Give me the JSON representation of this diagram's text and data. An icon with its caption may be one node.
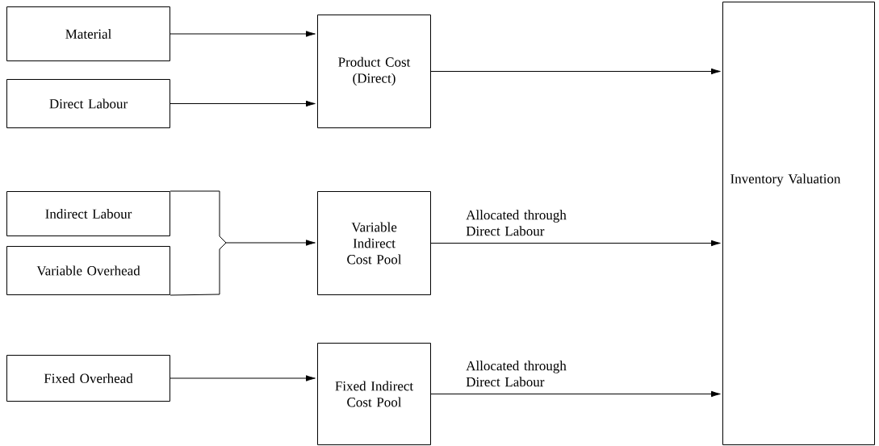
{
  "diagram": {
    "nodes": [
      {
        "text": [
          "Material"
        ]
      },
      {
        "text": [
          "Direct Labour"
        ]
      },
      {
        "text": [
          "Indirect Labour"
        ]
      },
      {
        "text": [
          "Variable Overhead"
        ]
      },
      {
        "text": [
          "Fixed Overhead"
        ]
      },
      {
        "text": [
          "Product Cost (Direct)"
        ]
      },
      {
        "text": [
          "Variable Indirect Cost Pool"
        ]
      },
      {
        "text": [
          "Fixed Indirect Cost Pool"
        ]
      },
      {
        "text": [
          "Inventory Valuation"
        ]
      }
    ],
    "edges": [
      {
        "from": 0,
        "to": 5,
        "arrow": "to"
      },
      {
        "from": 1,
        "to": 5,
        "arrow": "to"
      },
      {
        "from": 2,
        "to": 6,
        "arrow": "to"
      },
      {
        "from": 3,
        "to": 6,
        "arrow": "to"
      },
      {
        "from": 4,
        "to": 7,
        "arrow": "to"
      },
      {
        "from": 5,
        "to": 8,
        "arrow": "to"
      },
      {
        "from": 6,
        "to": 8,
        "arrow": "to",
        "label": "Allocated through Direct Labour"
      },
      {
        "from": 7,
        "to": 8,
        "arrow": "to",
        "label": "Allocated through Direct Labour"
      }
    ]
  }
}
